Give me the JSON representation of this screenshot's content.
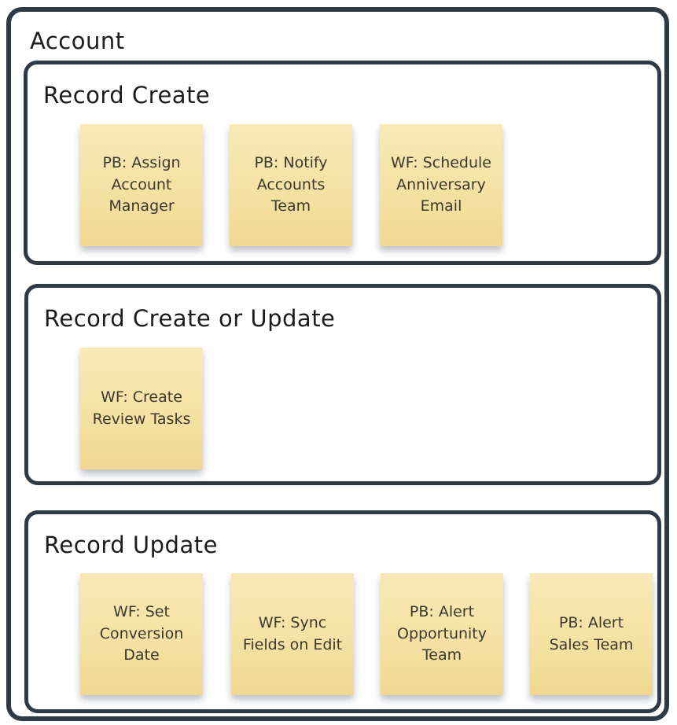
{
  "diagram": {
    "type": "grouping-diagram",
    "title": "Account",
    "colors": {
      "border": "#2f3a47",
      "background": "#ffffff",
      "sticky_top": "#f8e9b6",
      "sticky_bottom": "#f0d893",
      "sticky_text": "#3a3831",
      "label_text": "#1c1c1c"
    },
    "sections": [
      {
        "label": "Record Create",
        "notes": [
          "PB: Assign Account Manager",
          "PB: Notify Accounts Team",
          "WF: Schedule Anniversary Email"
        ]
      },
      {
        "label": "Record Create or Update",
        "notes": [
          "WF: Create Review Tasks"
        ]
      },
      {
        "label": "Record Update",
        "notes": [
          "WF: Set Conversion Date",
          "WF: Sync Fields on Edit",
          "PB: Alert Opportunity Team",
          "PB: Alert Sales Team"
        ]
      }
    ]
  }
}
